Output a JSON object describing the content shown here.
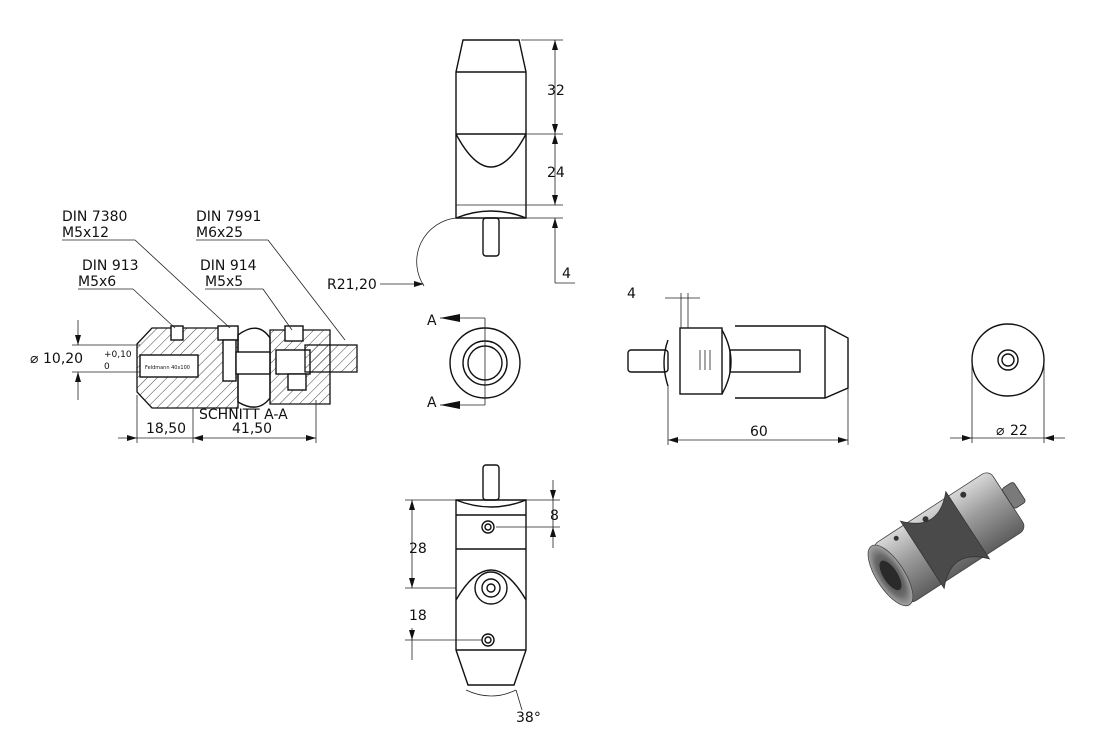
{
  "drawing": {
    "top_view": {
      "dim_length": "32",
      "dim_yoke": "24",
      "dim_pin": "4",
      "dim_radius": "R21,20"
    },
    "bottom_view": {
      "dim_28": "28",
      "dim_8": "8",
      "dim_18": "18",
      "dim_angle": "38°"
    },
    "section_view": {
      "callout_din7380": "DIN 7380",
      "callout_din7380_size": "M5x12",
      "callout_din7991": "DIN 7991",
      "callout_din7991_size": "M6x25",
      "callout_din913": "DIN 913",
      "callout_din913_size": "M5x6",
      "callout_din914": "DIN 914",
      "callout_din914_size": "M5x5",
      "dim_diameter": "10,20",
      "tol_upper": "+0,10",
      "tol_lower": "0",
      "dim_left": "18,50",
      "dim_right": "41,50",
      "section_label": "SCHNITT A-A",
      "engraving": "Feldmann 40x100"
    },
    "front_view": {
      "section_mark_top": "A",
      "section_mark_bottom": "A"
    },
    "side_view": {
      "dim_pin": "4",
      "dim_length": "60"
    },
    "end_view": {
      "dim_diameter": "22"
    },
    "iso_view": {
      "description_icon": "3d-isometric-joint"
    },
    "colors": {
      "line": "#111111",
      "background": "#ffffff",
      "render_body": "#8a8a8a"
    }
  }
}
